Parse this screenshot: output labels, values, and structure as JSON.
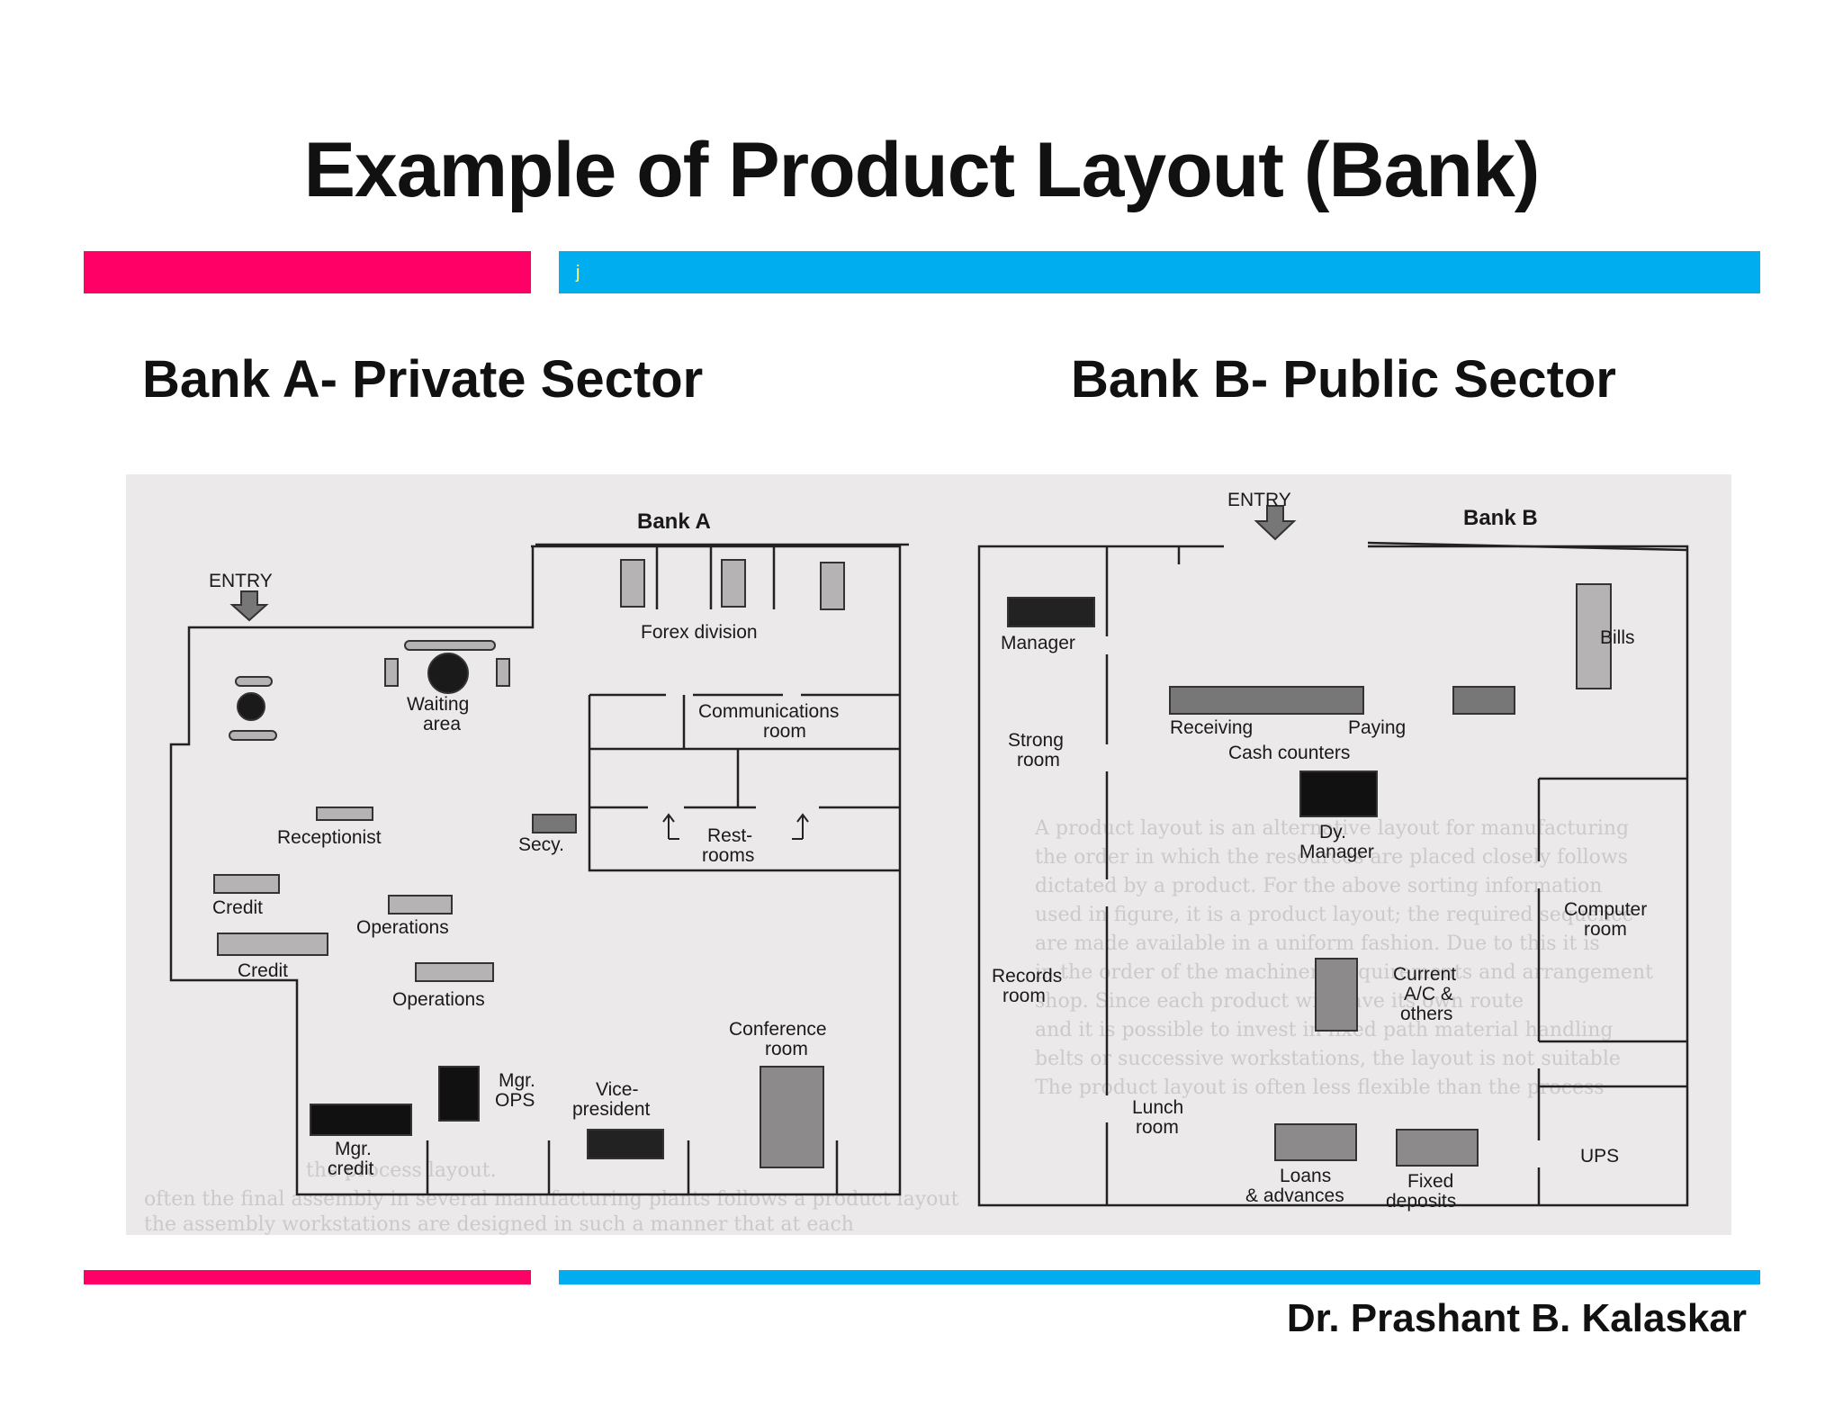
{
  "slide": {
    "title": "Example of Product Layout (Bank)",
    "bar_mark": "j",
    "bank_a_heading": "Bank A- Private Sector",
    "bank_b_heading": "Bank B- Public Sector",
    "author": "Dr. Prashant B. Kalaskar"
  },
  "colors": {
    "pink": "#ff0066",
    "blue": "#00aeef",
    "scan_background": "#ebe9ea",
    "furniture_dark": "#1a1a1a",
    "furniture_light": "#b5b3b4"
  },
  "diagram": {
    "bank_a": {
      "title": "Bank A",
      "entry": "ENTRY",
      "forex": "Forex division",
      "waiting_1": "Waiting",
      "waiting_2": "area",
      "comm_1": "Communications",
      "comm_2": "room",
      "rest_1": "Rest-",
      "rest_2": "rooms",
      "receptionist": "Receptionist",
      "secy": "Secy.",
      "credit_1": "Credit",
      "credit_2": "Credit",
      "operations_1": "Operations",
      "operations_2": "Operations",
      "conference_1": "Conference",
      "conference_2": "room",
      "mgr_ops_1": "Mgr.",
      "mgr_ops_2": "OPS",
      "vp_1": "Vice-",
      "vp_2": "president",
      "mgr_credit_1": "Mgr.",
      "mgr_credit_2": "credit"
    },
    "bank_b": {
      "title": "Bank B",
      "entry": "ENTRY",
      "manager": "Manager",
      "bills": "Bills",
      "strong_1": "Strong",
      "strong_2": "room",
      "receiving": "Receiving",
      "paying": "Paying",
      "cash_counters": "Cash counters",
      "dy_1": "Dy.",
      "dy_2": "Manager",
      "computer_1": "Computer",
      "computer_2": "room",
      "records_1": "Records",
      "records_2": "room",
      "current_1": "Current",
      "current_2": "A/C &",
      "current_3": "others",
      "lunch_1": "Lunch",
      "lunch_2": "room",
      "ups": "UPS",
      "loans_1": "Loans",
      "loans_2": "& advances",
      "fixed_1": "Fixed",
      "fixed_2": "deposits"
    }
  }
}
